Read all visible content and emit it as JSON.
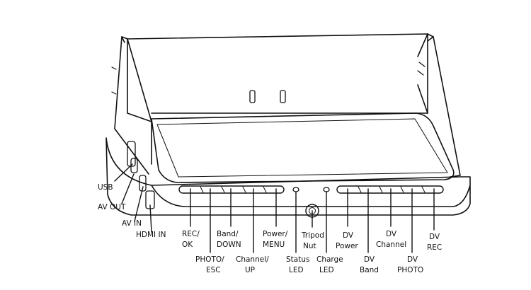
{
  "side_ports": [
    {
      "text": "USB"
    },
    {
      "text": "AV OUT"
    },
    {
      "text": "AV IN"
    },
    {
      "text": "HDMI IN"
    }
  ],
  "front_labels": [
    {
      "lines": [
        "REC/",
        "OK"
      ]
    },
    {
      "lines": [
        "PHOTO/",
        "ESC"
      ]
    },
    {
      "lines": [
        "Band/",
        "DOWN"
      ]
    },
    {
      "lines": [
        "Channel/",
        "UP"
      ]
    },
    {
      "lines": [
        "Power/",
        "MENU"
      ]
    },
    {
      "lines": [
        "Status",
        "LED"
      ]
    },
    {
      "lines": [
        "Tripod",
        "Nut"
      ]
    },
    {
      "lines": [
        "Charge",
        "LED"
      ]
    },
    {
      "lines": [
        "DV",
        "Power"
      ]
    },
    {
      "lines": [
        "DV",
        "Band"
      ]
    },
    {
      "lines": [
        "DV",
        "Channel"
      ]
    },
    {
      "lines": [
        "DV",
        "PHOTO"
      ]
    },
    {
      "lines": [
        "DV",
        "REC"
      ]
    }
  ]
}
